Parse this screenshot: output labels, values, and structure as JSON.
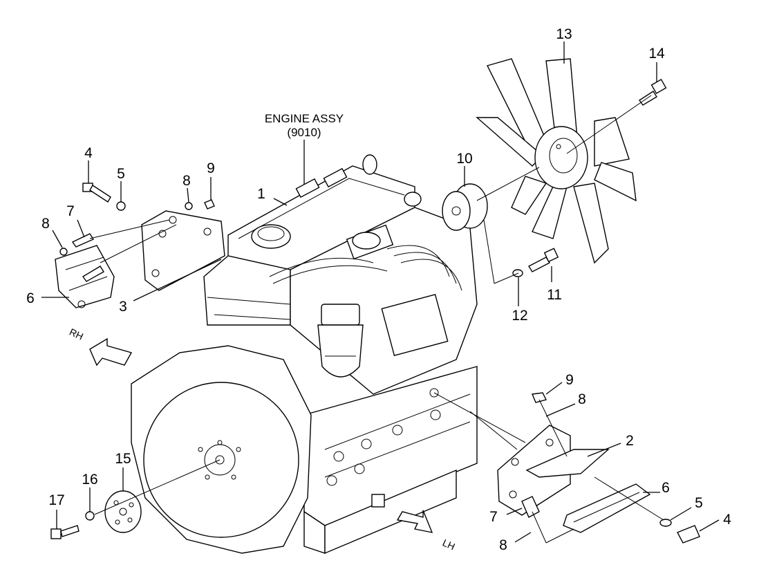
{
  "diagram": {
    "title_line1": "ENGINE ASSY",
    "title_line2": "(9010)",
    "direction_rh": "RH",
    "direction_lh": "LH",
    "callouts": [
      {
        "id": "c1",
        "label": "1"
      },
      {
        "id": "c2",
        "label": "2"
      },
      {
        "id": "c3",
        "label": "3"
      },
      {
        "id": "c4a",
        "label": "4"
      },
      {
        "id": "c4b",
        "label": "4"
      },
      {
        "id": "c5a",
        "label": "5"
      },
      {
        "id": "c5b",
        "label": "5"
      },
      {
        "id": "c6a",
        "label": "6"
      },
      {
        "id": "c6b",
        "label": "6"
      },
      {
        "id": "c7a",
        "label": "7"
      },
      {
        "id": "c7b",
        "label": "7"
      },
      {
        "id": "c8a",
        "label": "8"
      },
      {
        "id": "c8b",
        "label": "8"
      },
      {
        "id": "c8c",
        "label": "8"
      },
      {
        "id": "c8d",
        "label": "8"
      },
      {
        "id": "c9a",
        "label": "9"
      },
      {
        "id": "c9b",
        "label": "9"
      },
      {
        "id": "c10",
        "label": "10"
      },
      {
        "id": "c11",
        "label": "11"
      },
      {
        "id": "c12",
        "label": "12"
      },
      {
        "id": "c13",
        "label": "13"
      },
      {
        "id": "c14",
        "label": "14"
      },
      {
        "id": "c15",
        "label": "15"
      },
      {
        "id": "c16",
        "label": "16"
      },
      {
        "id": "c17",
        "label": "17"
      }
    ]
  }
}
